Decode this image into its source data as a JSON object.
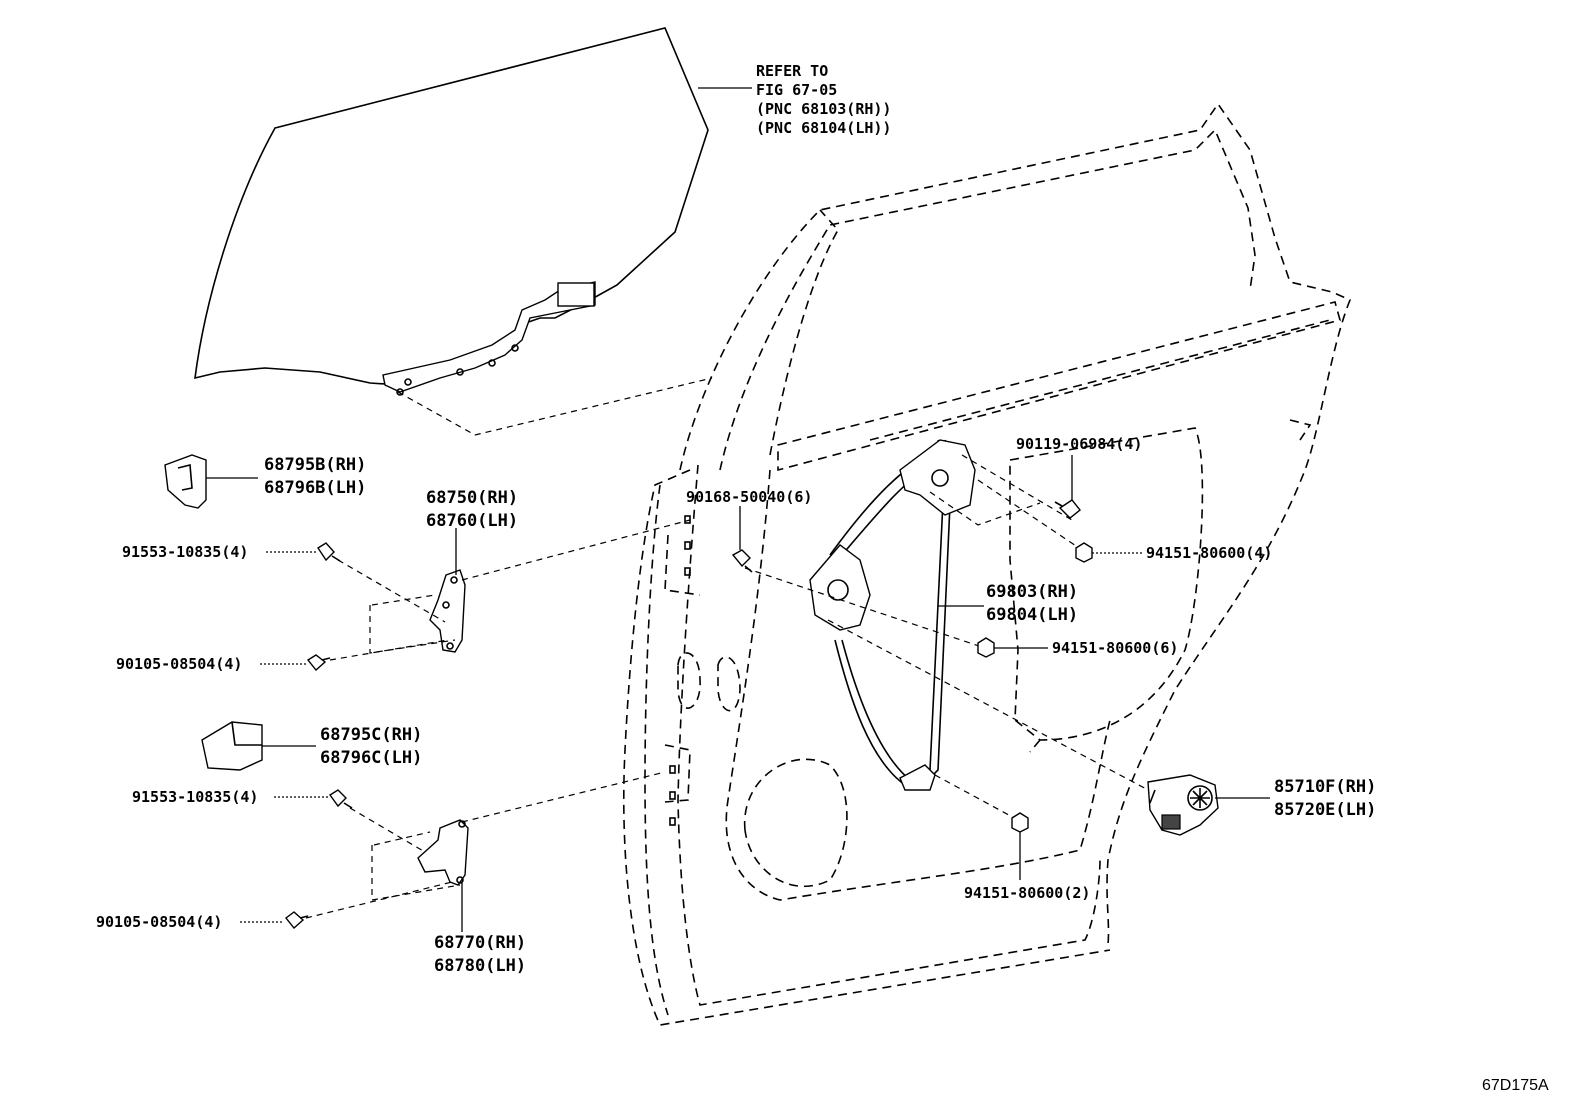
{
  "diagram_id": "67D175A",
  "callouts": {
    "glass_ref": [
      "REFER TO",
      "FIG 67-05",
      "(PNC 68103(RH))",
      "(PNC 68104(LH))"
    ],
    "upper_cover": [
      "68795B(RH)",
      "68796B(LH)"
    ],
    "upper_hinge": [
      "68750(RH)",
      "68760(LH)"
    ],
    "upper_hinge_bolt_a": "91553-10835(4)",
    "upper_hinge_bolt_b": "90105-08504(4)",
    "lower_cover": [
      "68795C(RH)",
      "68796C(LH)"
    ],
    "lower_hinge_bolt_a": "91553-10835(4)",
    "lower_hinge_bolt_b": "90105-08504(4)",
    "lower_hinge": [
      "68770(RH)",
      "68780(LH)"
    ],
    "door_bolt": "90168-50040(6)",
    "regulator_bolt": "90119-06984(4)",
    "nut_4": "94151-80600(4)",
    "regulator": [
      "69803(RH)",
      "69804(LH)"
    ],
    "nut_6": "94151-80600(6)",
    "motor": [
      "85710F(RH)",
      "85720E(LH)"
    ],
    "nut_2": "94151-80600(2)"
  }
}
